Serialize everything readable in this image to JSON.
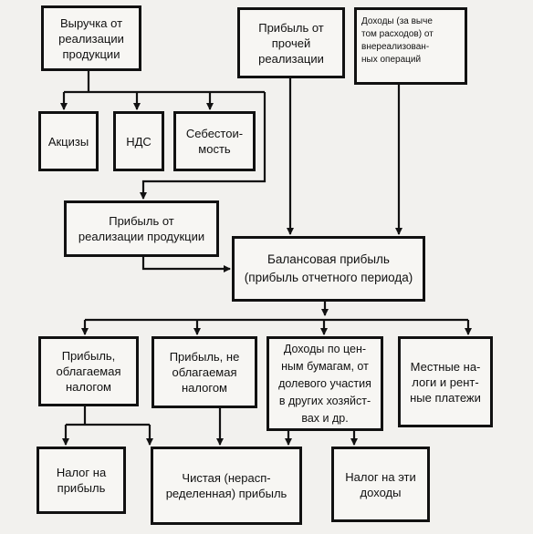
{
  "nodes": {
    "revenue_sales": "Выручка от\nреализации\nпродукции",
    "other_sales_profit": "Прибыль от\nпрочей\nреализации",
    "non_sales_income": "Доходы (за выче\nтом расходов) от\nвнереализован-\nных операций",
    "excises": "Акцизы",
    "vat": "НДС",
    "cost_price": "Себестои-\nмость",
    "sales_profit": "Прибыль от\nреализации продукции",
    "balance_profit": "Балансовая прибыль\n(прибыль отчетного периода)",
    "taxable_profit": "Прибыль,\nоблагаемая\nналогом",
    "non_taxable_profit": "Прибыль, не\nоблагаемая\nналогом",
    "securities_income": "Доходы по цен-\nным бумагам, от\nдолевого участия\nв других хозяйст-\nвах и др.",
    "local_taxes": "Местные на-\nлоги и рент-\nные платежи",
    "profit_tax": "Налог на\nприбыль",
    "net_profit": "Чистая (нерасп-\nределенная) прибыль",
    "income_tax": "Налог на эти\nдоходы"
  }
}
